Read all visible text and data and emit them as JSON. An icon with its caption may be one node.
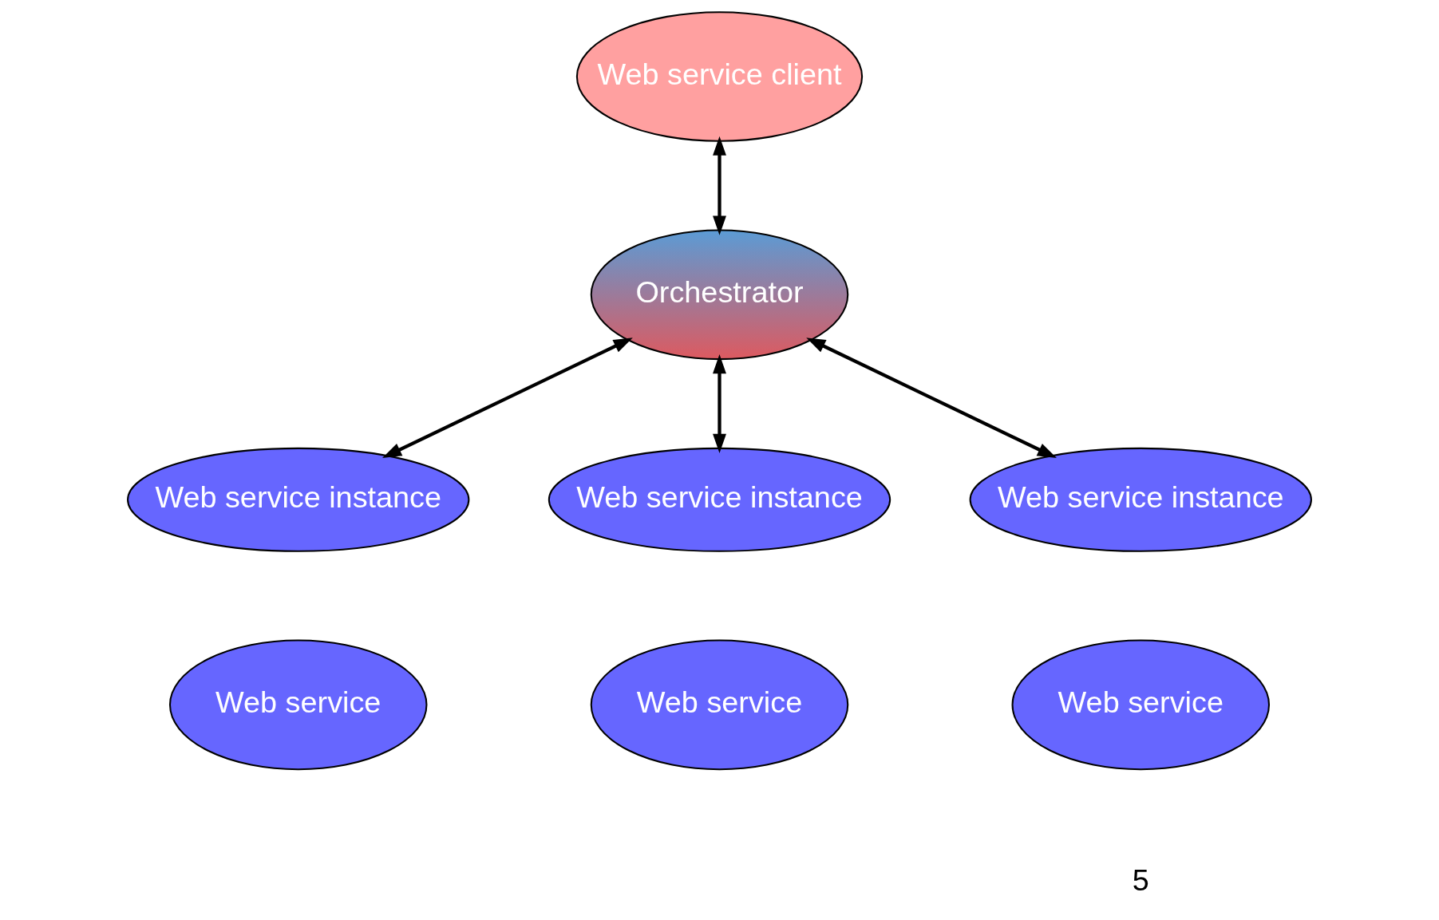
{
  "diagram": {
    "nodes": [
      {
        "text": [
          "Web service client"
        ]
      },
      {
        "text": [
          "Orchestrator"
        ]
      },
      {
        "text": [
          "Web service instance"
        ]
      },
      {
        "text": [
          "Web service"
        ]
      },
      {
        "text": [
          "Web service instance"
        ]
      },
      {
        "text": [
          "Web service"
        ]
      },
      {
        "text": [
          "Web service instance"
        ]
      },
      {
        "text": [
          "Web service"
        ]
      }
    ],
    "edges": [
      {
        "from": 0,
        "to": 1,
        "arrow": "both"
      },
      {
        "from": 1,
        "to": 2,
        "arrow": "both"
      },
      {
        "from": 1,
        "to": 4,
        "arrow": "both"
      },
      {
        "from": 1,
        "to": 6,
        "arrow": "both"
      }
    ],
    "labels": [
      "5"
    ]
  }
}
